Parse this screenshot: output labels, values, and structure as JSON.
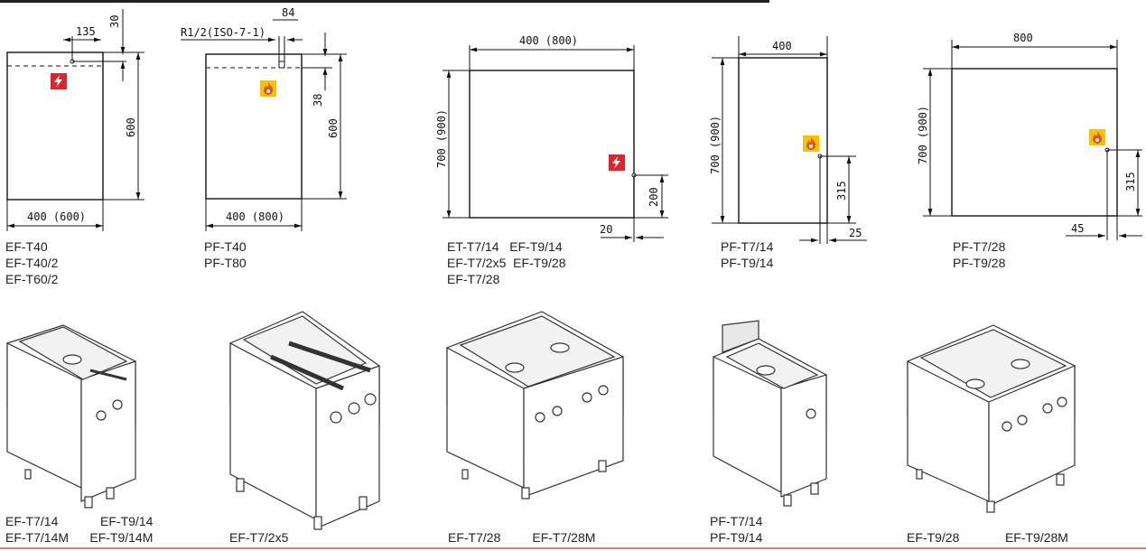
{
  "dimensions": {
    "d135": "135",
    "d30": "30",
    "d600a": "600",
    "d400_600": "400 (600)",
    "d84": "84",
    "fitting": "R1/2(ISO-7-1)",
    "d38": "38",
    "d600b": "600",
    "d400_800a": "400 (800)",
    "d400_800b": "400 (800)",
    "d700_900a": "700 (900)",
    "d200": "200",
    "d20": "20",
    "d400": "400",
    "d700_900b": "700 (900)",
    "d315a": "315",
    "d25": "25",
    "d800": "800",
    "d700_900c": "700 (900)",
    "d315b": "315",
    "d45": "45"
  },
  "drawings": [
    {
      "models": [
        "EF-T40",
        "EF-T40/2",
        "EF-T60/2"
      ],
      "supply": "electric"
    },
    {
      "models": [
        "PF-T40",
        "PF-T80"
      ],
      "supply": "gas"
    },
    {
      "models": [
        "ET-T7/14",
        "EF-T9/14",
        "EF-T7/2x5",
        "EF-T9/28",
        "EF-T7/28"
      ],
      "supply": "electric"
    },
    {
      "models": [
        "PF-T7/14",
        "PF-T9/14"
      ],
      "supply": "gas"
    },
    {
      "models": [
        "PF-T7/28",
        "PF-T9/28"
      ],
      "supply": "gas"
    }
  ],
  "products": [
    {
      "models": [
        "EF-T7/14",
        "EF-T9/14",
        "EF-T7/14M",
        "EF-T9/14M"
      ]
    },
    {
      "models": [
        "EF-T7/2x5"
      ]
    },
    {
      "models": [
        "EF-T7/28",
        "EF-T7/28M"
      ]
    },
    {
      "models": [
        "PF-T7/14",
        "PF-T9/14"
      ]
    },
    {
      "models": [
        "EF-T9/28",
        "EF-T9/28M"
      ]
    }
  ],
  "icons": {
    "electric": "lightning-bolt-icon",
    "gas": "flame-icon"
  },
  "colors": {
    "electric": "#e3222b",
    "gas": "#f7c200",
    "flame": "#e8501a"
  }
}
